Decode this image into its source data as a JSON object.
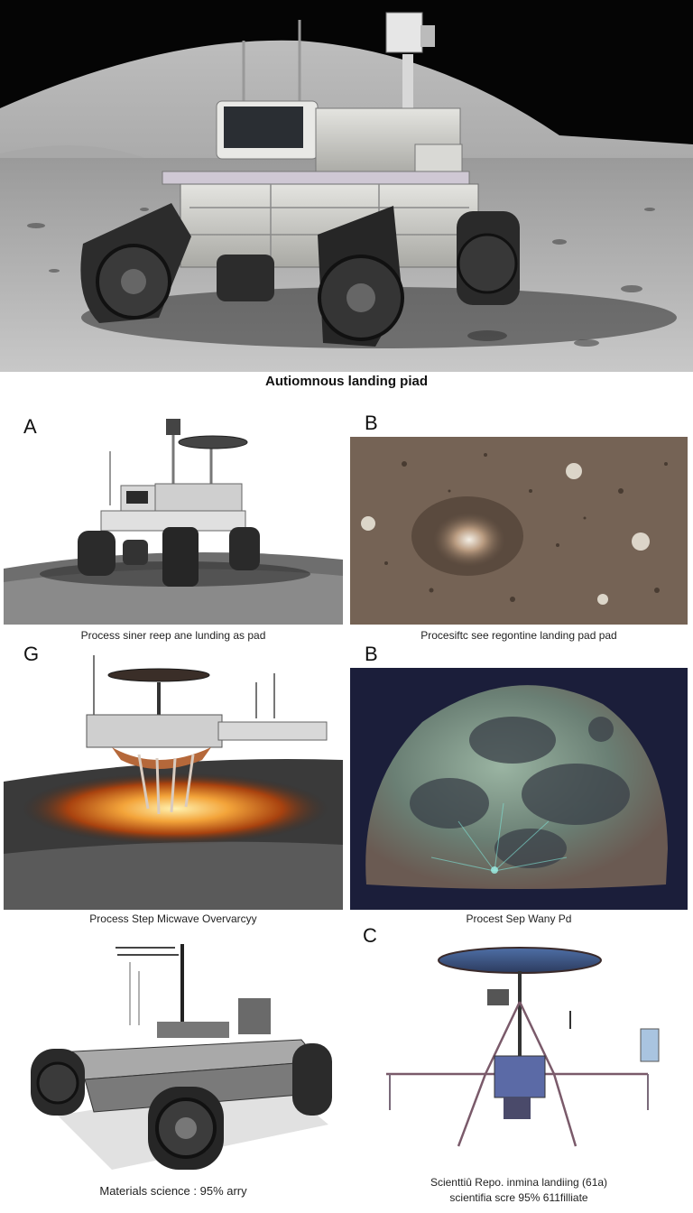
{
  "hero": {
    "caption": "Autiomnous landing piad"
  },
  "panels": {
    "a": {
      "letter": "A",
      "caption": "Process siner reep ane lunding as pad"
    },
    "b1": {
      "letter": "B",
      "caption": "Procesiftc see regontine landing pad pad"
    },
    "g": {
      "letter": "G",
      "caption": "Process Step Micwave Overvarcyy"
    },
    "b2": {
      "letter": "B",
      "caption": "Procest Sep Wany Pd"
    },
    "d": {
      "letter": "",
      "caption": "Materials science : 95% arry"
    },
    "c": {
      "letter": "C",
      "caption_line1": "Scienttiû Repo. inmina landiing (61a)",
      "caption_line2": "scientifia scre 95% 611filliate"
    }
  }
}
